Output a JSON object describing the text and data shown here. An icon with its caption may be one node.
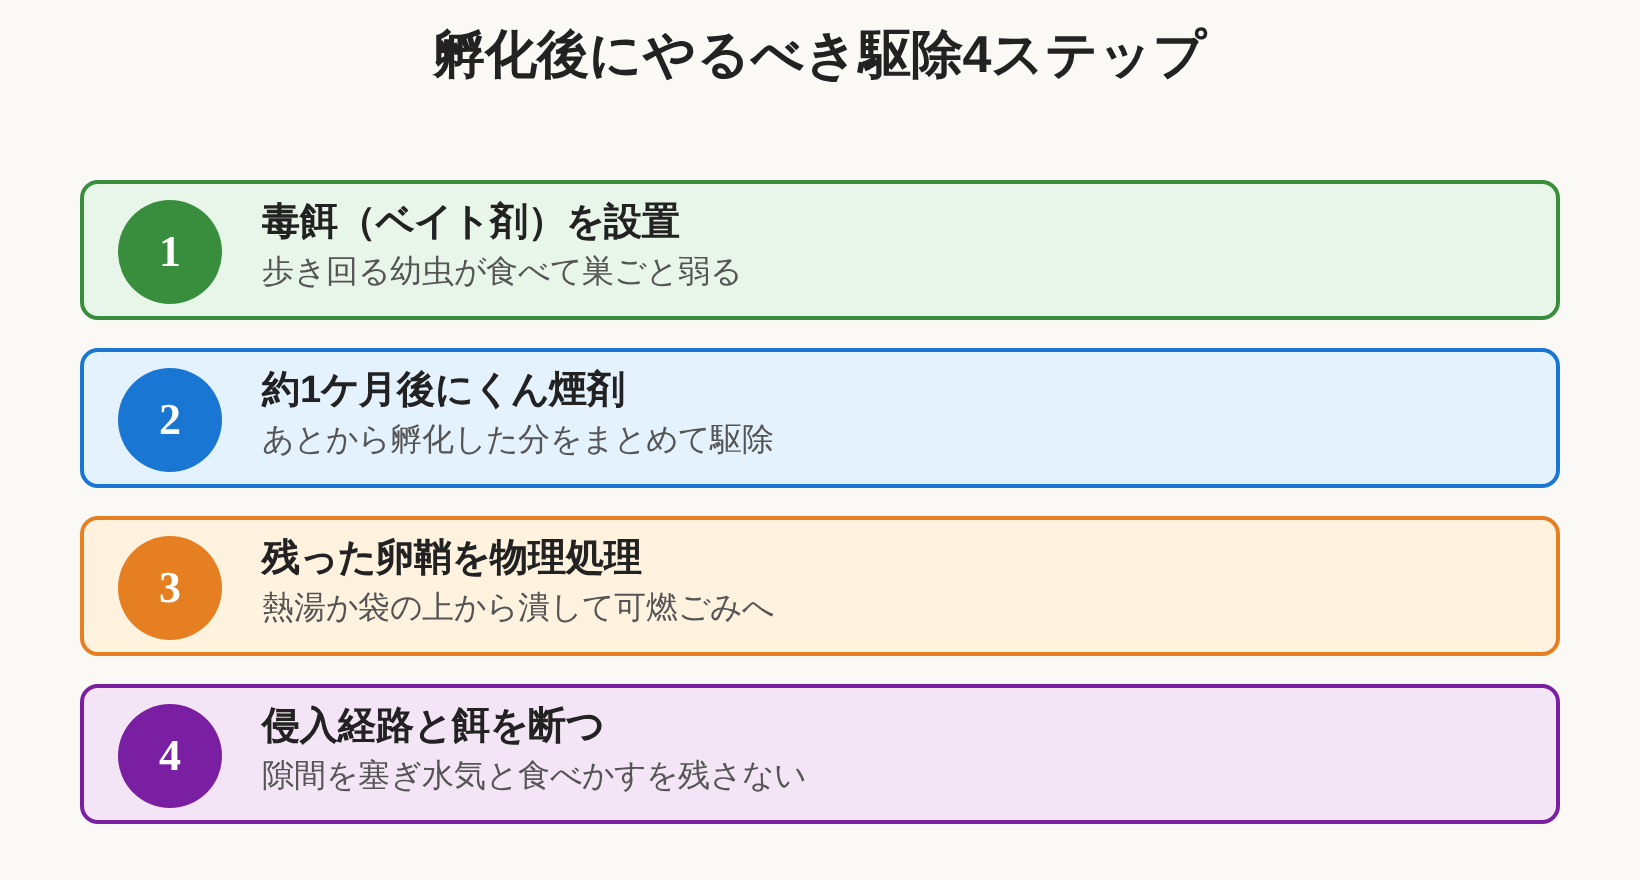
{
  "diagram": {
    "title": "孵化後にやるべき駆除4ステップ",
    "nodes": [
      {
        "text": [
          "毒餌（ベイト剤）を設置",
          "歩き回る幼虫が食べて巣ごと弱る"
        ]
      },
      {
        "text": [
          "1"
        ],
        "in": 0
      },
      {
        "text": [
          "約1ケ月後にくん煙剤",
          "あとから孵化した分をまとめて駆除"
        ]
      },
      {
        "text": [
          "2"
        ],
        "in": 2
      },
      {
        "text": [
          "残った卵鞘を物理処理",
          "熱湯か袋の上から潰して可燃ごみへ"
        ]
      },
      {
        "text": [
          "3"
        ],
        "in": 4
      },
      {
        "text": [
          "侵入経路と餌を断つ",
          "隙間を塞ぎ水気と食べかすを残さない"
        ]
      },
      {
        "text": [
          "4"
        ],
        "in": 6
      }
    ]
  }
}
